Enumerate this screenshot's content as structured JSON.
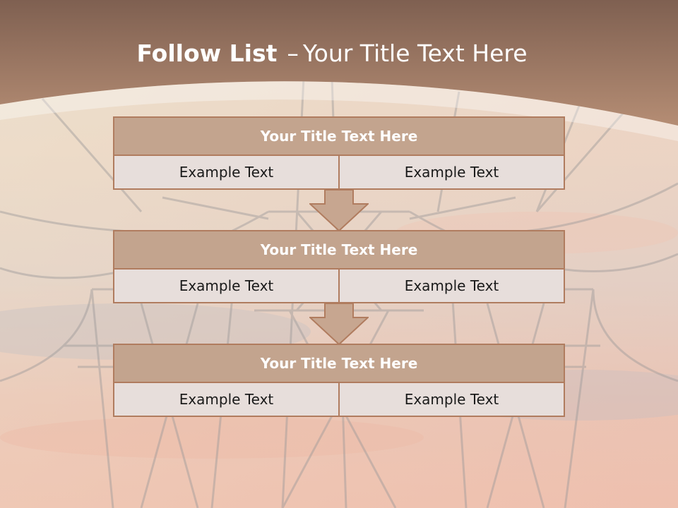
{
  "slide": {
    "title_bold": "Follow List",
    "title_sep": "–",
    "title_rest": "Your Title Text Here"
  },
  "blocks": [
    {
      "title": "Your Title Text Here",
      "cells": [
        "Example Text",
        "Example Text"
      ]
    },
    {
      "title": "Your Title Text Here",
      "cells": [
        "Example Text",
        "Example Text"
      ]
    },
    {
      "title": "Your Title Text Here",
      "cells": [
        "Example Text",
        "Example Text"
      ]
    }
  ],
  "colors": {
    "header_band": "#8e6b57",
    "block_title_fill": "#c3a48e",
    "block_border": "#b07c5f",
    "cell_fill": "#e7dedb",
    "arrow_fill": "#c7a690"
  }
}
